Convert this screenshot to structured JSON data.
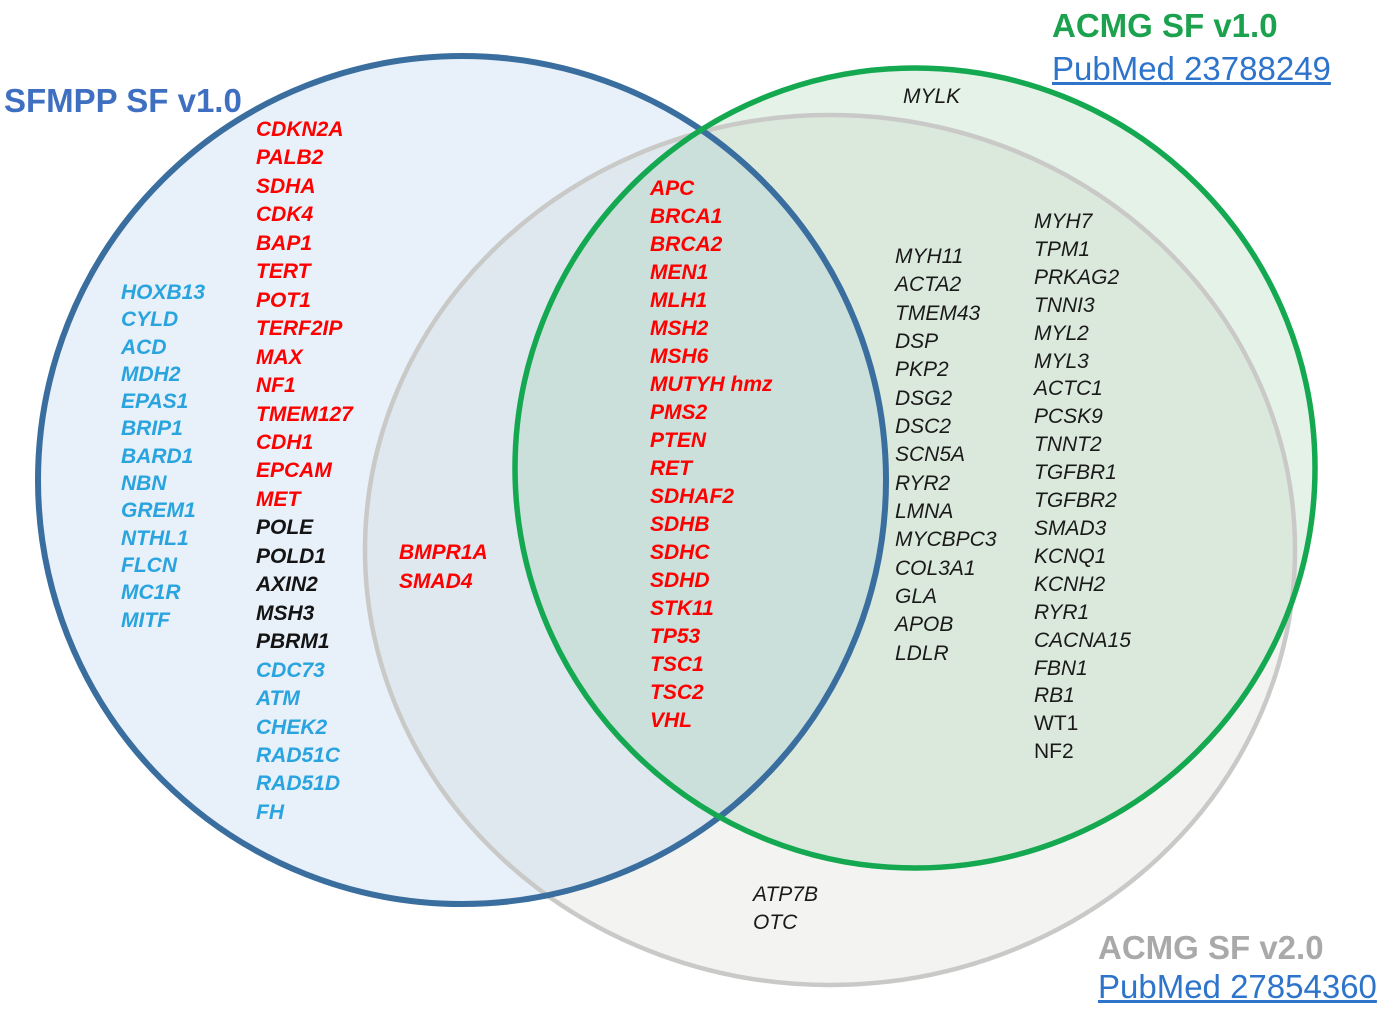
{
  "diagram": {
    "sets": {
      "sfmpp": {
        "title": "SFMPP SF v1.0",
        "title_color": "#3E6FC0",
        "circle_stroke": "#3A6E9F"
      },
      "acmg_v1": {
        "title": "ACMG SF v1.0",
        "link": "PubMed 23788249",
        "title_color": "#1CA14E",
        "circle_stroke": "#14A850"
      },
      "acmg_v2": {
        "title": "ACMG SF v2.0",
        "link": "PubMed 27854360",
        "title_color": "#A9A9A9",
        "circle_stroke": "#C9C9C7"
      }
    },
    "gene_colors": {
      "red": "#FE0000",
      "light_blue": "#29A4DE",
      "black_bold": "#141414",
      "black_plain": "#1A1A1A",
      "link_blue": "#2E74CB"
    },
    "regions": {
      "sfmpp_only_left_column": [
        {
          "t": "HOXB13",
          "c": "blue"
        },
        {
          "t": "CYLD",
          "c": "blue"
        },
        {
          "t": "ACD",
          "c": "blue"
        },
        {
          "t": "MDH2",
          "c": "blue"
        },
        {
          "t": "EPAS1",
          "c": "blue"
        },
        {
          "t": "BRIP1",
          "c": "blue"
        },
        {
          "t": "BARD1",
          "c": "blue"
        },
        {
          "t": "NBN",
          "c": "blue"
        },
        {
          "t": "GREM1",
          "c": "blue"
        },
        {
          "t": "NTHL1",
          "c": "blue"
        },
        {
          "t": "FLCN",
          "c": "blue"
        },
        {
          "t": "MC1R",
          "c": "blue"
        },
        {
          "t": "MITF",
          "c": "blue"
        }
      ],
      "sfmpp_only_main_column": [
        {
          "t": "CDKN2A",
          "c": "red"
        },
        {
          "t": "PALB2",
          "c": "red"
        },
        {
          "t": "SDHA",
          "c": "red"
        },
        {
          "t": "CDK4",
          "c": "red"
        },
        {
          "t": "BAP1",
          "c": "red"
        },
        {
          "t": "TERT",
          "c": "red"
        },
        {
          "t": "POT1",
          "c": "red"
        },
        {
          "t": "TERF2IP",
          "c": "red"
        },
        {
          "t": "MAX",
          "c": "red"
        },
        {
          "t": "NF1",
          "c": "red"
        },
        {
          "t": "TMEM127",
          "c": "red"
        },
        {
          "t": "CDH1",
          "c": "red"
        },
        {
          "t": "EPCAM",
          "c": "red"
        },
        {
          "t": "MET",
          "c": "red"
        },
        {
          "t": "POLE",
          "c": "black"
        },
        {
          "t": "POLD1",
          "c": "black"
        },
        {
          "t": "AXIN2",
          "c": "black"
        },
        {
          "t": "MSH3",
          "c": "black"
        },
        {
          "t": "PBRM1",
          "c": "black"
        },
        {
          "t": "CDC73",
          "c": "blue"
        },
        {
          "t": "ATM",
          "c": "blue"
        },
        {
          "t": "CHEK2",
          "c": "blue"
        },
        {
          "t": "RAD51C",
          "c": "blue"
        },
        {
          "t": "RAD51D",
          "c": "blue"
        },
        {
          "t": "FH",
          "c": "blue"
        }
      ],
      "sfmpp_and_acmg_v2": [
        {
          "t": "BMPR1A",
          "c": "red"
        },
        {
          "t": "SMAD4",
          "c": "red"
        }
      ],
      "core_all_three": [
        {
          "t": "APC",
          "c": "red"
        },
        {
          "t": "BRCA1",
          "c": "red"
        },
        {
          "t": "BRCA2",
          "c": "red"
        },
        {
          "t": "MEN1",
          "c": "red"
        },
        {
          "t": "MLH1",
          "c": "red"
        },
        {
          "t": "MSH2",
          "c": "red"
        },
        {
          "t": "MSH6",
          "c": "red"
        },
        {
          "t": "MUTYH hmz",
          "c": "red"
        },
        {
          "t": "PMS2",
          "c": "red"
        },
        {
          "t": "PTEN",
          "c": "red"
        },
        {
          "t": "RET",
          "c": "red"
        },
        {
          "t": "SDHAF2",
          "c": "red"
        },
        {
          "t": "SDHB",
          "c": "red"
        },
        {
          "t": "SDHC",
          "c": "red"
        },
        {
          "t": "SDHD",
          "c": "red"
        },
        {
          "t": "STK11",
          "c": "red"
        },
        {
          "t": "TP53",
          "c": "red"
        },
        {
          "t": "TSC1",
          "c": "red"
        },
        {
          "t": "TSC2",
          "c": "red"
        },
        {
          "t": "VHL",
          "c": "red"
        }
      ],
      "acmg_v1_only": [
        {
          "t": "MYLK",
          "c": "plain"
        }
      ],
      "acmg_v1_and_v2_column1": [
        {
          "t": "MYH11",
          "c": "plain"
        },
        {
          "t": "ACTA2",
          "c": "plain"
        },
        {
          "t": "TMEM43",
          "c": "plain"
        },
        {
          "t": "DSP",
          "c": "plain"
        },
        {
          "t": "PKP2",
          "c": "plain"
        },
        {
          "t": "DSG2",
          "c": "plain"
        },
        {
          "t": "DSC2",
          "c": "plain"
        },
        {
          "t": "SCN5A",
          "c": "plain"
        },
        {
          "t": "RYR2",
          "c": "plain"
        },
        {
          "t": "LMNA",
          "c": "plain"
        },
        {
          "t": "MYCBPC3",
          "c": "plain"
        },
        {
          "t": "COL3A1",
          "c": "plain"
        },
        {
          "t": "GLA",
          "c": "plain"
        },
        {
          "t": "APOB",
          "c": "plain"
        },
        {
          "t": "LDLR",
          "c": "plain"
        }
      ],
      "acmg_v1_and_v2_column2": [
        {
          "t": "MYH7",
          "c": "plain"
        },
        {
          "t": "TPM1",
          "c": "plain"
        },
        {
          "t": "PRKAG2",
          "c": "plain"
        },
        {
          "t": "TNNI3",
          "c": "plain"
        },
        {
          "t": "MYL2",
          "c": "plain"
        },
        {
          "t": "MYL3",
          "c": "plain"
        },
        {
          "t": "ACTC1",
          "c": "plain"
        },
        {
          "t": "PCSK9",
          "c": "plain"
        },
        {
          "t": "TNNT2",
          "c": "plain"
        },
        {
          "t": "TGFBR1",
          "c": "plain"
        },
        {
          "t": "TGFBR2",
          "c": "plain"
        },
        {
          "t": "SMAD3",
          "c": "plain"
        },
        {
          "t": "KCNQ1",
          "c": "plain"
        },
        {
          "t": "KCNH2",
          "c": "plain"
        },
        {
          "t": "RYR1",
          "c": "plain"
        },
        {
          "t": "CACNA15",
          "c": "plain"
        },
        {
          "t": "FBN1",
          "c": "plain"
        },
        {
          "t": "RB1",
          "c": "plain"
        },
        {
          "t": "WT1",
          "c": "upright"
        },
        {
          "t": "NF2",
          "c": "upright"
        }
      ],
      "acmg_v2_only": [
        {
          "t": "ATP7B",
          "c": "plain"
        },
        {
          "t": "OTC",
          "c": "plain"
        }
      ]
    }
  }
}
